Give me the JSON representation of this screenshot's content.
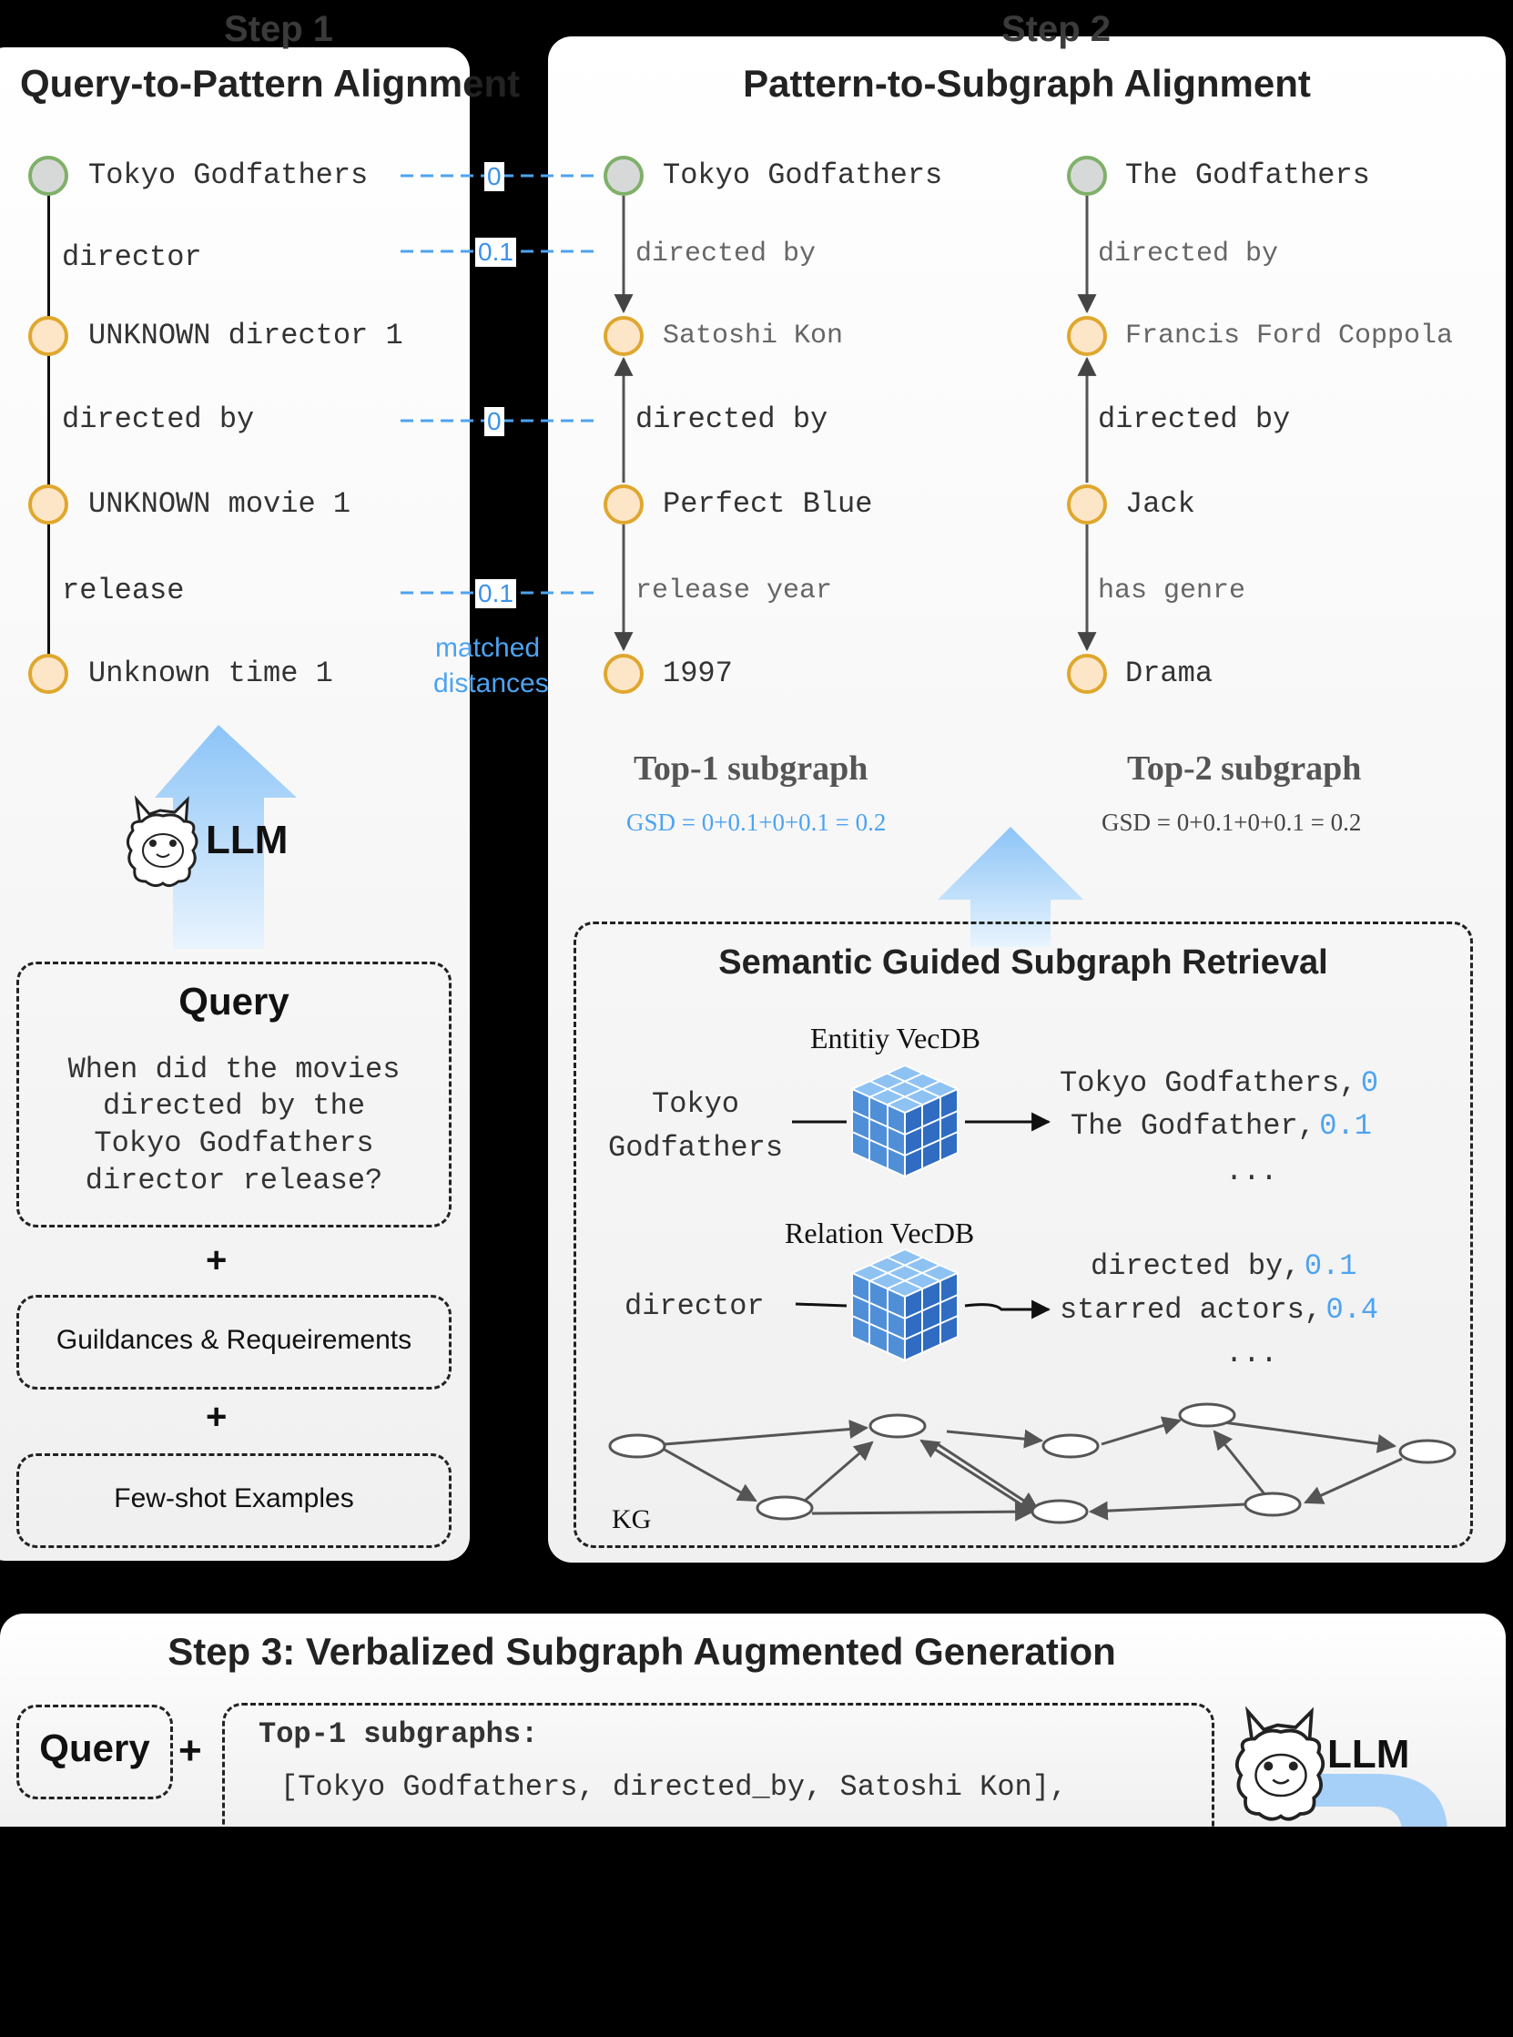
{
  "step1": {
    "step_label": "Step 1",
    "title": "Query-to-Pattern Alignment",
    "pattern": {
      "nodes": [
        "Tokyo Godfathers",
        "UNKNOWN director 1",
        "UNKNOWN movie 1",
        "Unknown time 1"
      ],
      "edges": [
        "director",
        "directed by",
        "release"
      ]
    },
    "llm_label": "LLM",
    "query_title": "Query",
    "query_text": [
      "When did the movies",
      "directed by the",
      "Tokyo Godfathers",
      "director release?"
    ],
    "plus": "+",
    "guidances": "Guildances & Requeirements",
    "fewshot": "Few-shot Examples"
  },
  "distances": [
    "0",
    "0.1",
    "0",
    "0.1"
  ],
  "matched_distances": [
    "matched",
    "distances"
  ],
  "step2": {
    "step_label": "Step 2",
    "title": "Pattern-to-Subgraph Alignment",
    "top1": {
      "nodes": [
        "Tokyo Godfathers",
        "Satoshi Kon",
        "Perfect Blue",
        "1997"
      ],
      "edges": [
        "directed by",
        "directed by",
        "release year"
      ],
      "label": "Top-1 subgraph",
      "gsd": "GSD = 0+0.1+0+0.1 = 0.2"
    },
    "top2": {
      "nodes": [
        "The Godfathers",
        "Francis Ford Coppola",
        "Jack",
        "Drama"
      ],
      "edges": [
        "directed by",
        "directed by",
        "has genre"
      ],
      "label": "Top-2 subgraph",
      "gsd": "GSD = 0+0.1+0+0.1 = 0.2"
    },
    "retrieval": {
      "title": "Semantic Guided Subgraph Retrieval",
      "entity_db": "Entitiy VecDB",
      "entity_query": [
        "Tokyo",
        "Godfathers"
      ],
      "entity_results": [
        {
          "text": "Tokyo Godfathers,",
          "score": "0"
        },
        {
          "text": "The Godfather,",
          "score": "0.1"
        }
      ],
      "ellipsis": "...",
      "relation_db": "Relation VecDB",
      "relation_query": "director",
      "relation_results": [
        {
          "text": "directed by,",
          "score": "0.1"
        },
        {
          "text": "starred actors,",
          "score": "0.4"
        }
      ],
      "kg_label": "KG"
    }
  },
  "step3": {
    "title": "Step 3: Verbalized Subgraph Augmented Generation",
    "query": "Query",
    "plus": "+",
    "subgraph_header": "Top-1 subgraphs:",
    "subgraph_line": "[Tokyo Godfathers, directed_by, Satoshi Kon],",
    "llm_label": "LLM"
  },
  "colors": {
    "accent_blue": "#4da3f0",
    "node_start_border": "#7fb069",
    "node_unknown_border": "#e0a72e",
    "node_unknown_fill": "#fde6c8"
  }
}
